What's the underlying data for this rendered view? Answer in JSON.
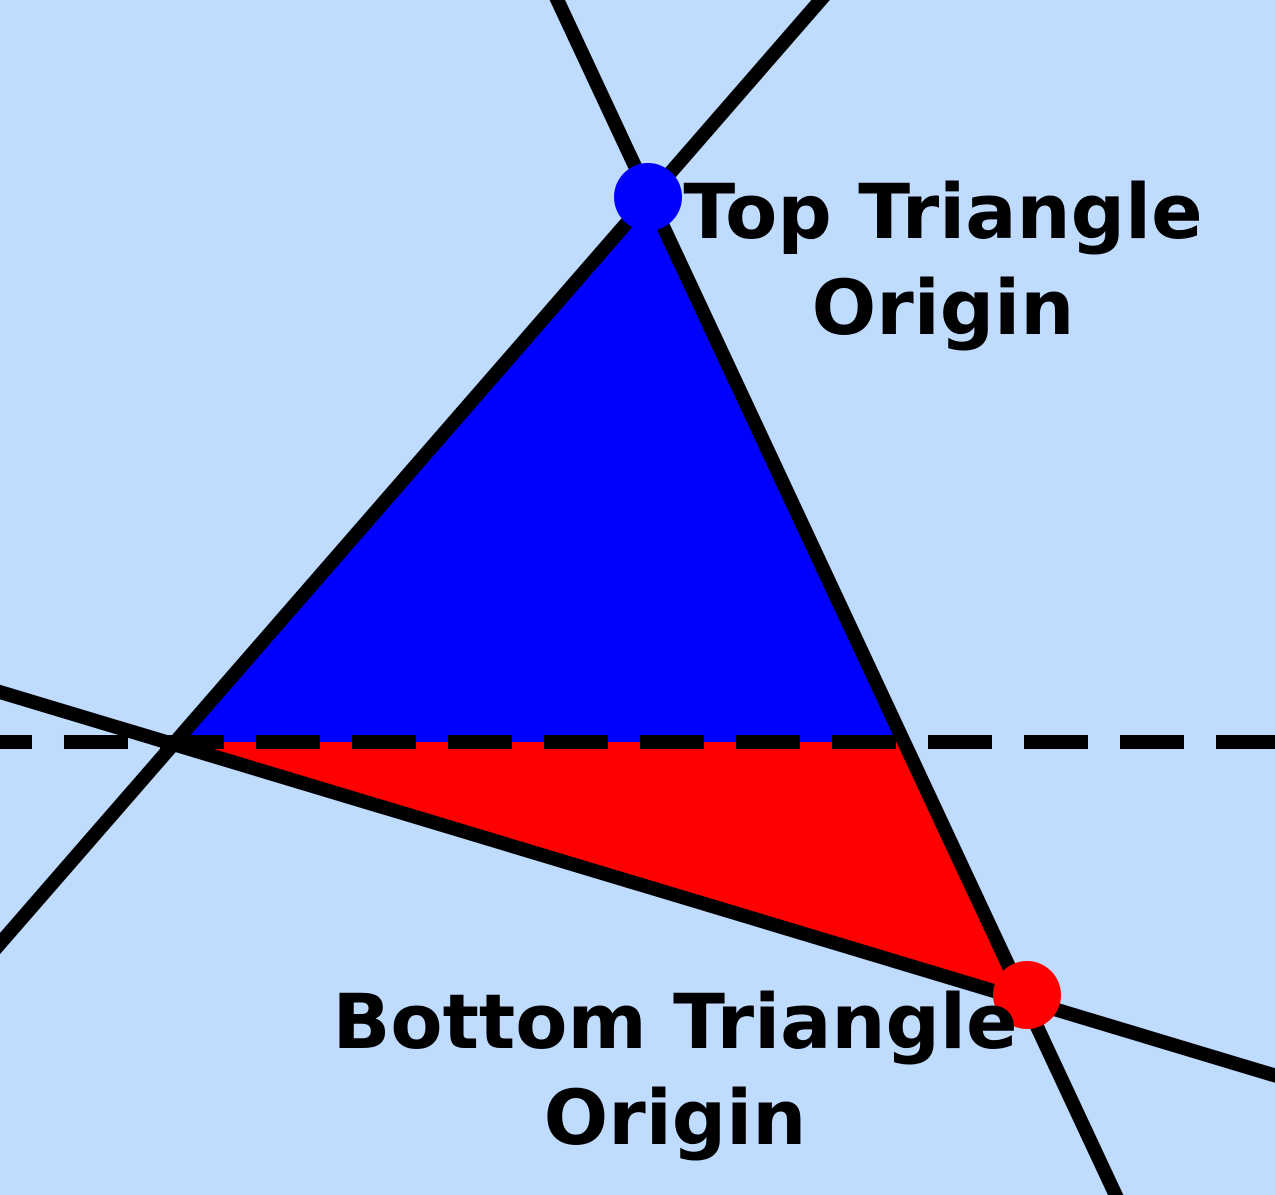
{
  "colors": {
    "background": "#bfdbfe",
    "top_triangle": "#0000ff",
    "bottom_triangle": "#ff0000",
    "lines": "#000000"
  },
  "labels": {
    "top_line1": "Top Triangle",
    "top_line2": "Origin",
    "bottom_line1": "Bottom Triangle",
    "bottom_line2": "Origin"
  }
}
